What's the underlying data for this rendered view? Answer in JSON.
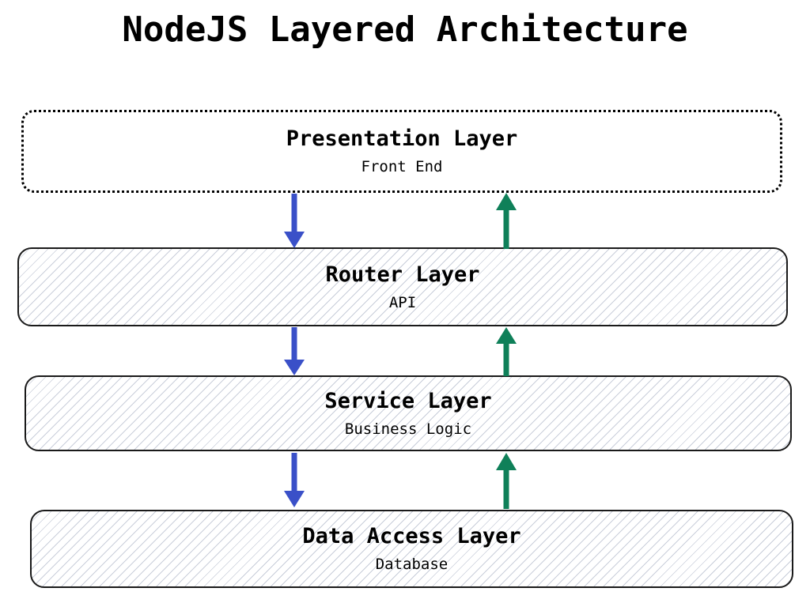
{
  "page": {
    "title": "NodeJS Layered Architecture",
    "background_color": "#ffffff",
    "text_color": "#000000"
  },
  "colors": {
    "down_arrow": "#3a50c8",
    "up_arrow": "#0f8059",
    "box_border": "#1a1a1a",
    "hatch_line": "#c9ceda"
  },
  "layers": [
    {
      "id": "presentation-layer",
      "title": "Presentation Layer",
      "subtitle": "Front End",
      "border_style": "dotted",
      "fill": "solid-white"
    },
    {
      "id": "router-layer",
      "title": "Router Layer",
      "subtitle": "API",
      "border_style": "solid",
      "fill": "diagonal-hatch"
    },
    {
      "id": "service-layer",
      "title": "Service Layer",
      "subtitle": "Business Logic",
      "border_style": "solid",
      "fill": "diagonal-hatch"
    },
    {
      "id": "data-access-layer",
      "title": "Data Access Layer",
      "subtitle": "Database",
      "border_style": "solid",
      "fill": "diagonal-hatch"
    }
  ],
  "connectors": [
    {
      "id": "presentation-to-router-down",
      "direction": "down",
      "color": "#3a50c8",
      "from": "Presentation Layer",
      "to": "Router Layer"
    },
    {
      "id": "router-to-presentation-up",
      "direction": "up",
      "color": "#0f8059",
      "from": "Router Layer",
      "to": "Presentation Layer"
    },
    {
      "id": "router-to-service-down",
      "direction": "down",
      "color": "#3a50c8",
      "from": "Router Layer",
      "to": "Service Layer"
    },
    {
      "id": "service-to-router-up",
      "direction": "up",
      "color": "#0f8059",
      "from": "Service Layer",
      "to": "Router Layer"
    },
    {
      "id": "service-to-data-down",
      "direction": "down",
      "color": "#3a50c8",
      "from": "Service Layer",
      "to": "Data Access Layer"
    },
    {
      "id": "data-to-service-up",
      "direction": "up",
      "color": "#0f8059",
      "from": "Data Access Layer",
      "to": "Service Layer"
    }
  ]
}
